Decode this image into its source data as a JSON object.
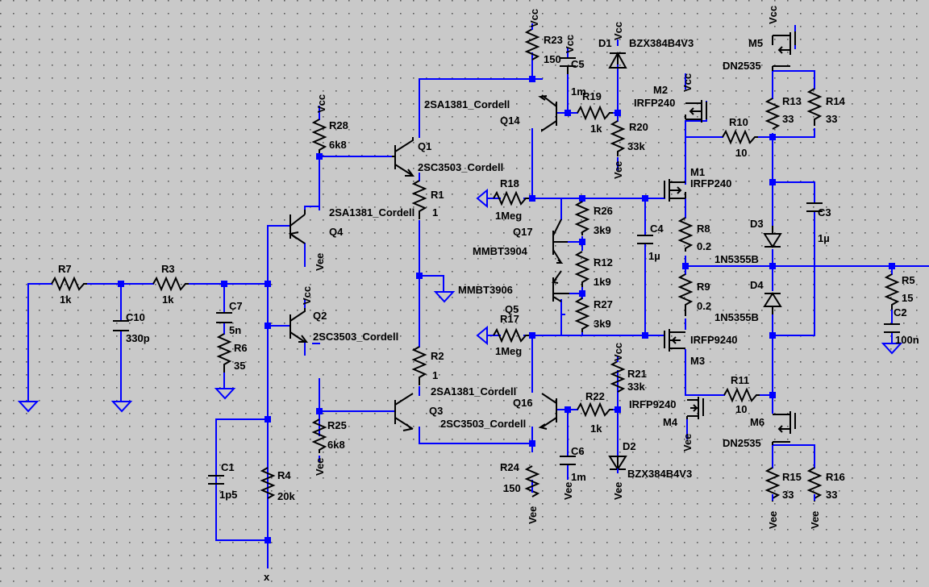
{
  "labels": {
    "vcc": "Vcc",
    "vee": "Vee",
    "input_node": "x",
    "R1": "R1",
    "R1_val": "1",
    "R2": "R2",
    "R2_val": "1",
    "R3": "R3",
    "R3_val": "1k",
    "R4": "R4",
    "R4_val": "20k",
    "R5": "R5",
    "R5_val": "15",
    "R6": "R6",
    "R6_val": "35",
    "R7": "R7",
    "R7_val": "1k",
    "R8": "R8",
    "R8_val": "0.2",
    "R9": "R9",
    "R9_val": "0.2",
    "R10": "R10",
    "R10_val": "10",
    "R11": "R11",
    "R11_val": "10",
    "R12": "R12",
    "R12_val": "1k9",
    "R13": "R13",
    "R13_val": "33",
    "R14": "R14",
    "R14_val": "33",
    "R15": "R15",
    "R15_val": "33",
    "R16": "R16",
    "R16_val": "33",
    "R17": "R17",
    "R17_val": "1Meg",
    "R18": "R18",
    "R18_val": "1Meg",
    "R19": "R19",
    "R19_val": "1k",
    "R20": "R20",
    "R20_val": "33k",
    "R21": "R21",
    "R21_val": "33k",
    "R22": "R22",
    "R22_val": "1k",
    "R23": "R23",
    "R23_val": "150",
    "R24": "R24",
    "R24_val": "150",
    "R25": "R25",
    "R25_val": "6k8",
    "R26": "R26",
    "R26_val": "3k9",
    "R27": "R27",
    "R27_val": "3k9",
    "R28": "R28",
    "R28_val": "6k8",
    "C1": "C1",
    "C1_val": "1p5",
    "C2": "C2",
    "C2_val": "100n",
    "C3": "C3",
    "C3_val": "1µ",
    "C4": "C4",
    "C4_val": "1µ",
    "C5": "C5",
    "C5_val": "1m",
    "C6": "C6",
    "C6_val": "1m",
    "C7": "C7",
    "C7_val": "5n",
    "C10": "C10",
    "C10_val": "330p",
    "Q1": "Q1",
    "Q1_model": "2SC3503_Cordell",
    "Q2": "Q2",
    "Q2_model": "2SC3503_Cordell",
    "Q3": "Q3",
    "Q3_model": "2SC3503_Cordell",
    "Q4": "Q4",
    "Q4_model": "2SA1381_Cordell",
    "Q5": "Q5",
    "Q5_model": "MMBT3906",
    "Q14": "Q14",
    "Q14_model": "2SA1381_Cordell",
    "Q16": "Q16",
    "Q16_model": "2SA1381_Cordell",
    "Q17": "Q17",
    "Q17_model": "MMBT3904",
    "M1": "M1",
    "M1_model": "IRFP240",
    "M2": "M2",
    "M2_model": "IRFP240",
    "M3": "M3",
    "M3_model": "IRFP9240",
    "M4": "M4",
    "M4_model": "IRFP9240",
    "M5": "M5",
    "M5_model": "DN2535",
    "M6": "M6",
    "M6_model": "DN2535",
    "D1": "D1",
    "D1_model": "BZX384B4V3",
    "D2": "D2",
    "D2_model": "BZX384B4V3",
    "D3": "D3",
    "D3_model": "1N5355B",
    "D4": "D4",
    "D4_model": "1N5355B"
  }
}
